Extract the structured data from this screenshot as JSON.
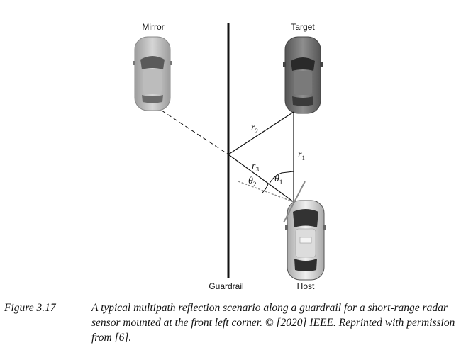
{
  "labels": {
    "mirror": "Mirror",
    "target": "Target",
    "guardrail": "Guardrail",
    "host": "Host"
  },
  "math": {
    "r1": "r",
    "r1_sub": "1",
    "r2": "r",
    "r2_sub": "2",
    "r3": "r",
    "r3_sub": "3",
    "theta1": "θ",
    "theta1_sub": "1",
    "theta2": "θ",
    "theta2_sub": "2"
  },
  "caption": {
    "number": "Figure 3.17",
    "text": "A typical multipath reflection scenario along a guardrail for a short-range radar sensor mounted at the front left corner. © [2020] IEEE. Reprinted with permission from [6]."
  },
  "colors": {
    "car_light": "#bdbdbd",
    "car_dark": "#6e6e6e",
    "line": "#111111",
    "dotted": "#8a8a8a"
  }
}
